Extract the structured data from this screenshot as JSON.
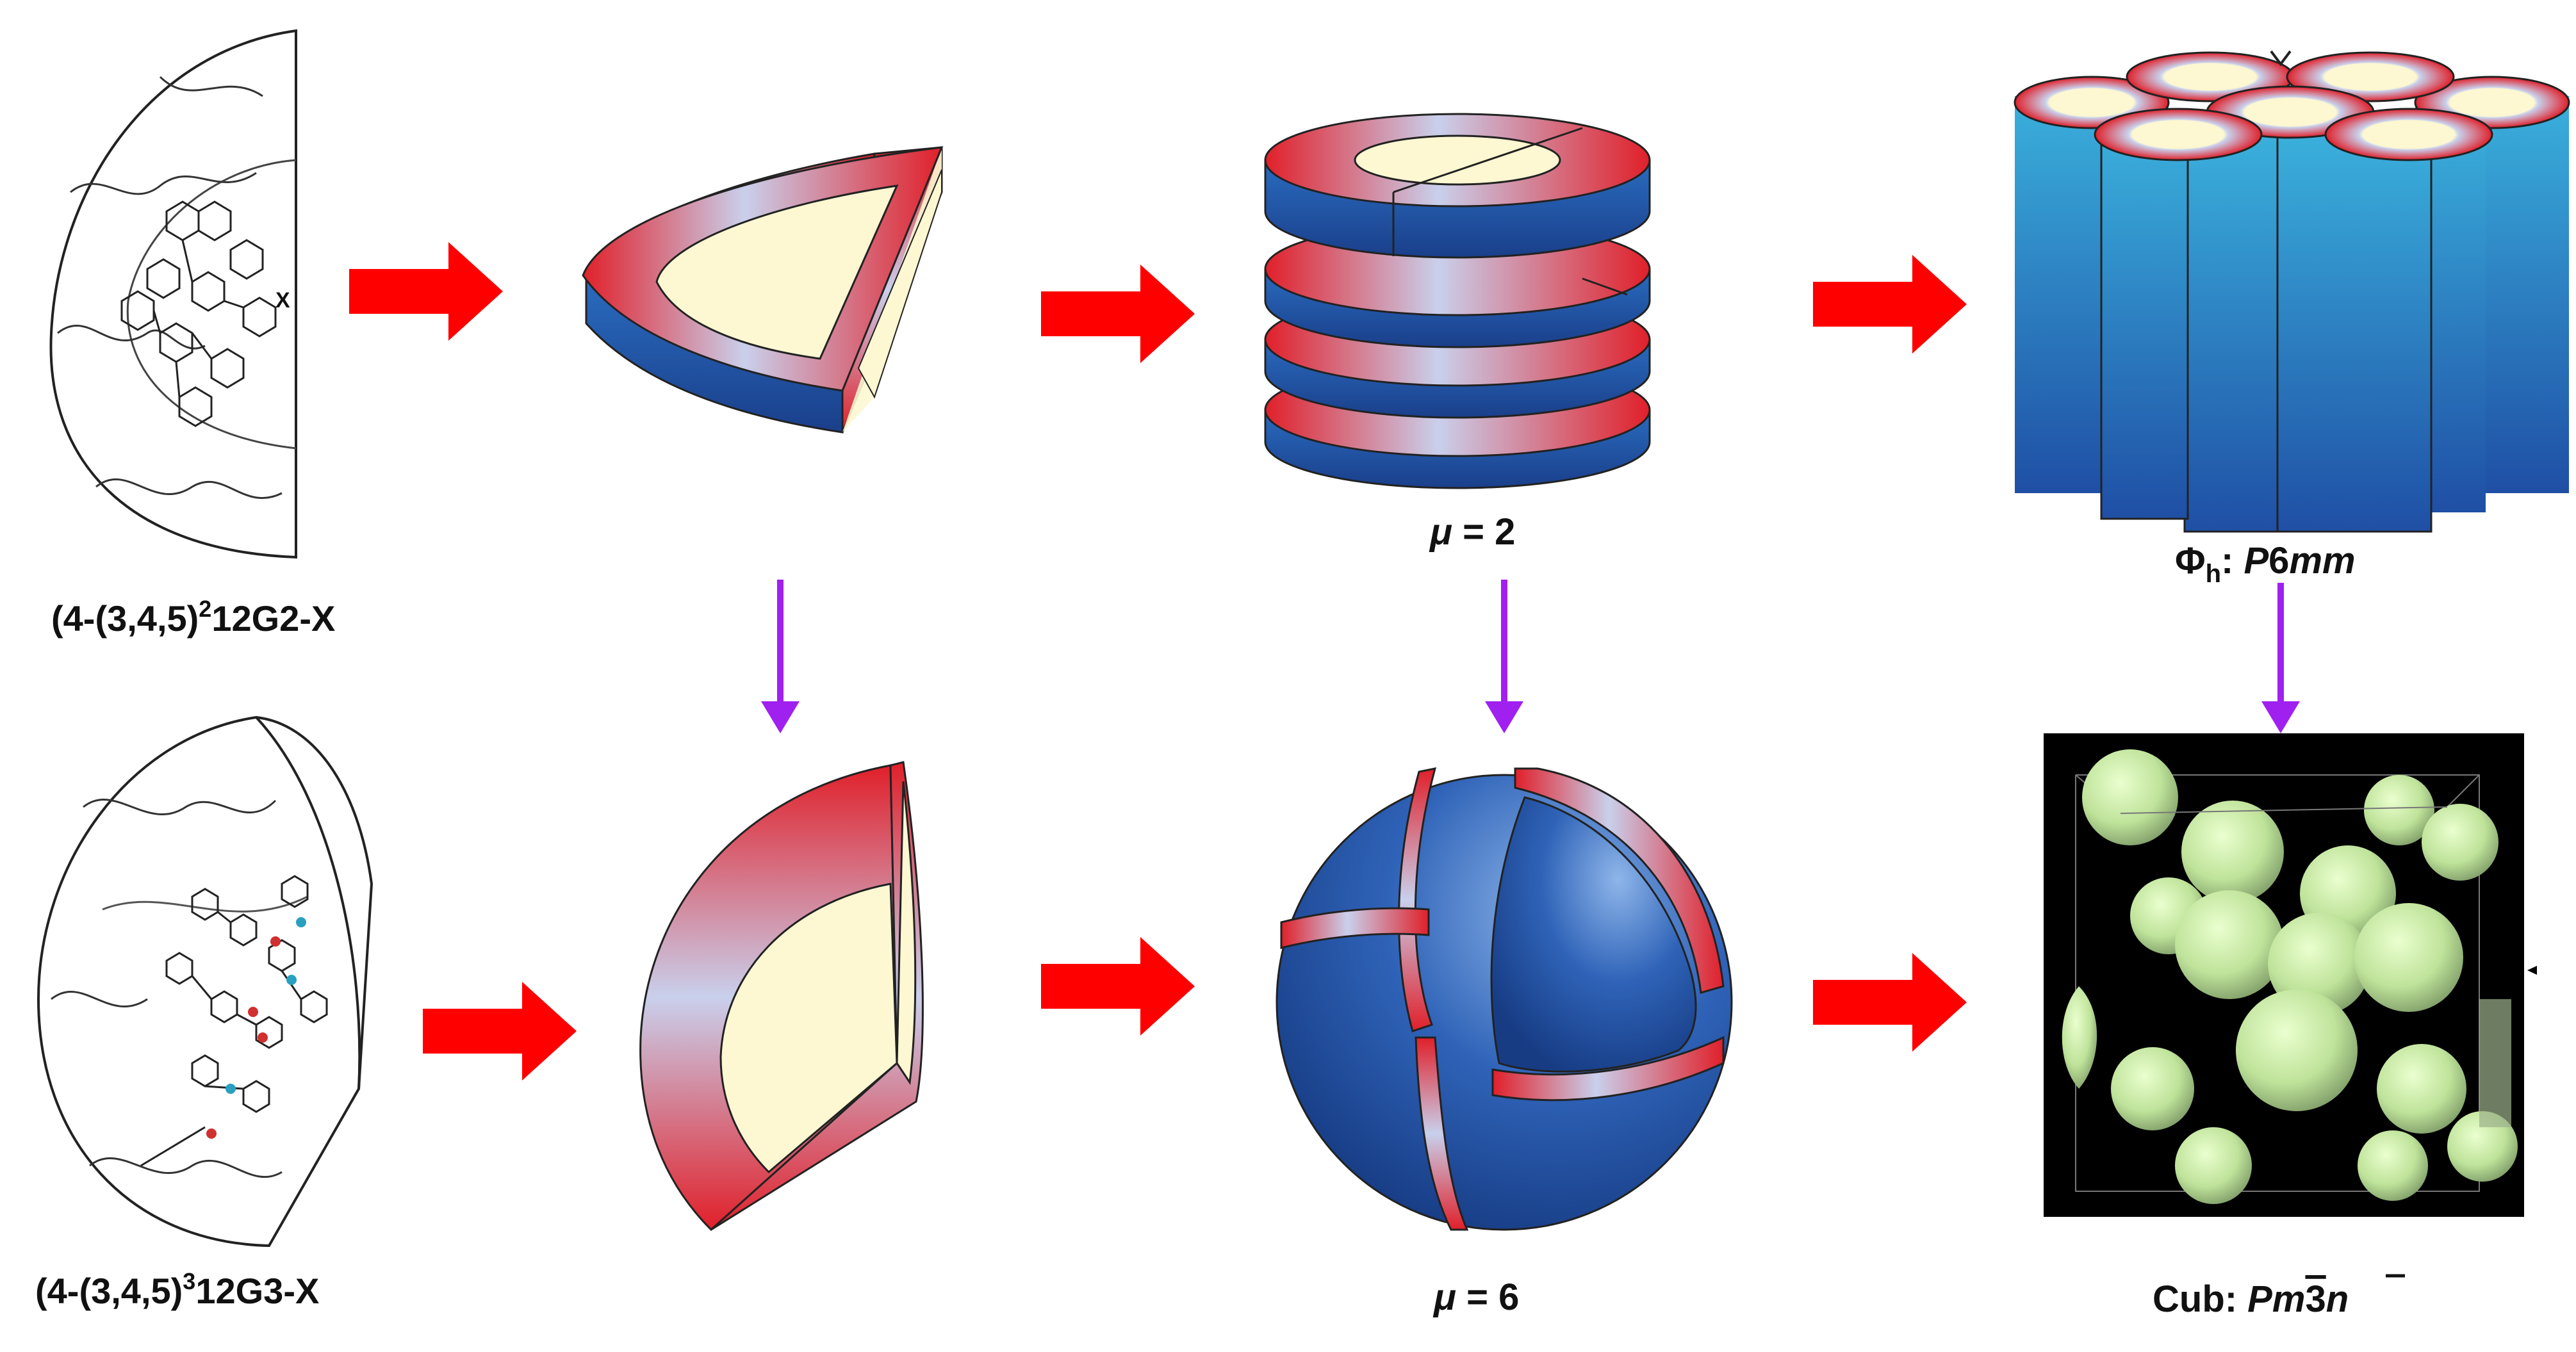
{
  "labels": {
    "g2_compound": {
      "prefix": "(4-(3,4,5)",
      "sup": "2",
      "suffix": "12G2-X"
    },
    "g3_compound": {
      "prefix": "(4-(3,4,5)",
      "sup": "3",
      "suffix": "12G3-X"
    },
    "x_marker": "X",
    "mu2": {
      "symbol": "μ",
      "rest": " = 2"
    },
    "mu6": {
      "symbol": "μ",
      "rest": " = 6"
    },
    "hex_phase": {
      "phi": "Φ",
      "sub": "h",
      "colon": ": ",
      "P": "P",
      "six": "6",
      "mm": "mm"
    },
    "cub_phase": {
      "prefix": "Cub: ",
      "Pm": "Pm",
      "three": "3",
      "n": "n"
    }
  },
  "colors": {
    "red_arrow": "#ff0000",
    "purple_arrow": "#a020f0",
    "shell_red": "#e0202a",
    "shell_blue": "#1e4f9c",
    "core_cream": "#fdf7d2",
    "sphere_green": "#c8eaa0",
    "cube_background": "#000000"
  },
  "icons": {
    "red_arrow": "block-arrow-right",
    "purple_arrow": "thin-arrow-down"
  }
}
